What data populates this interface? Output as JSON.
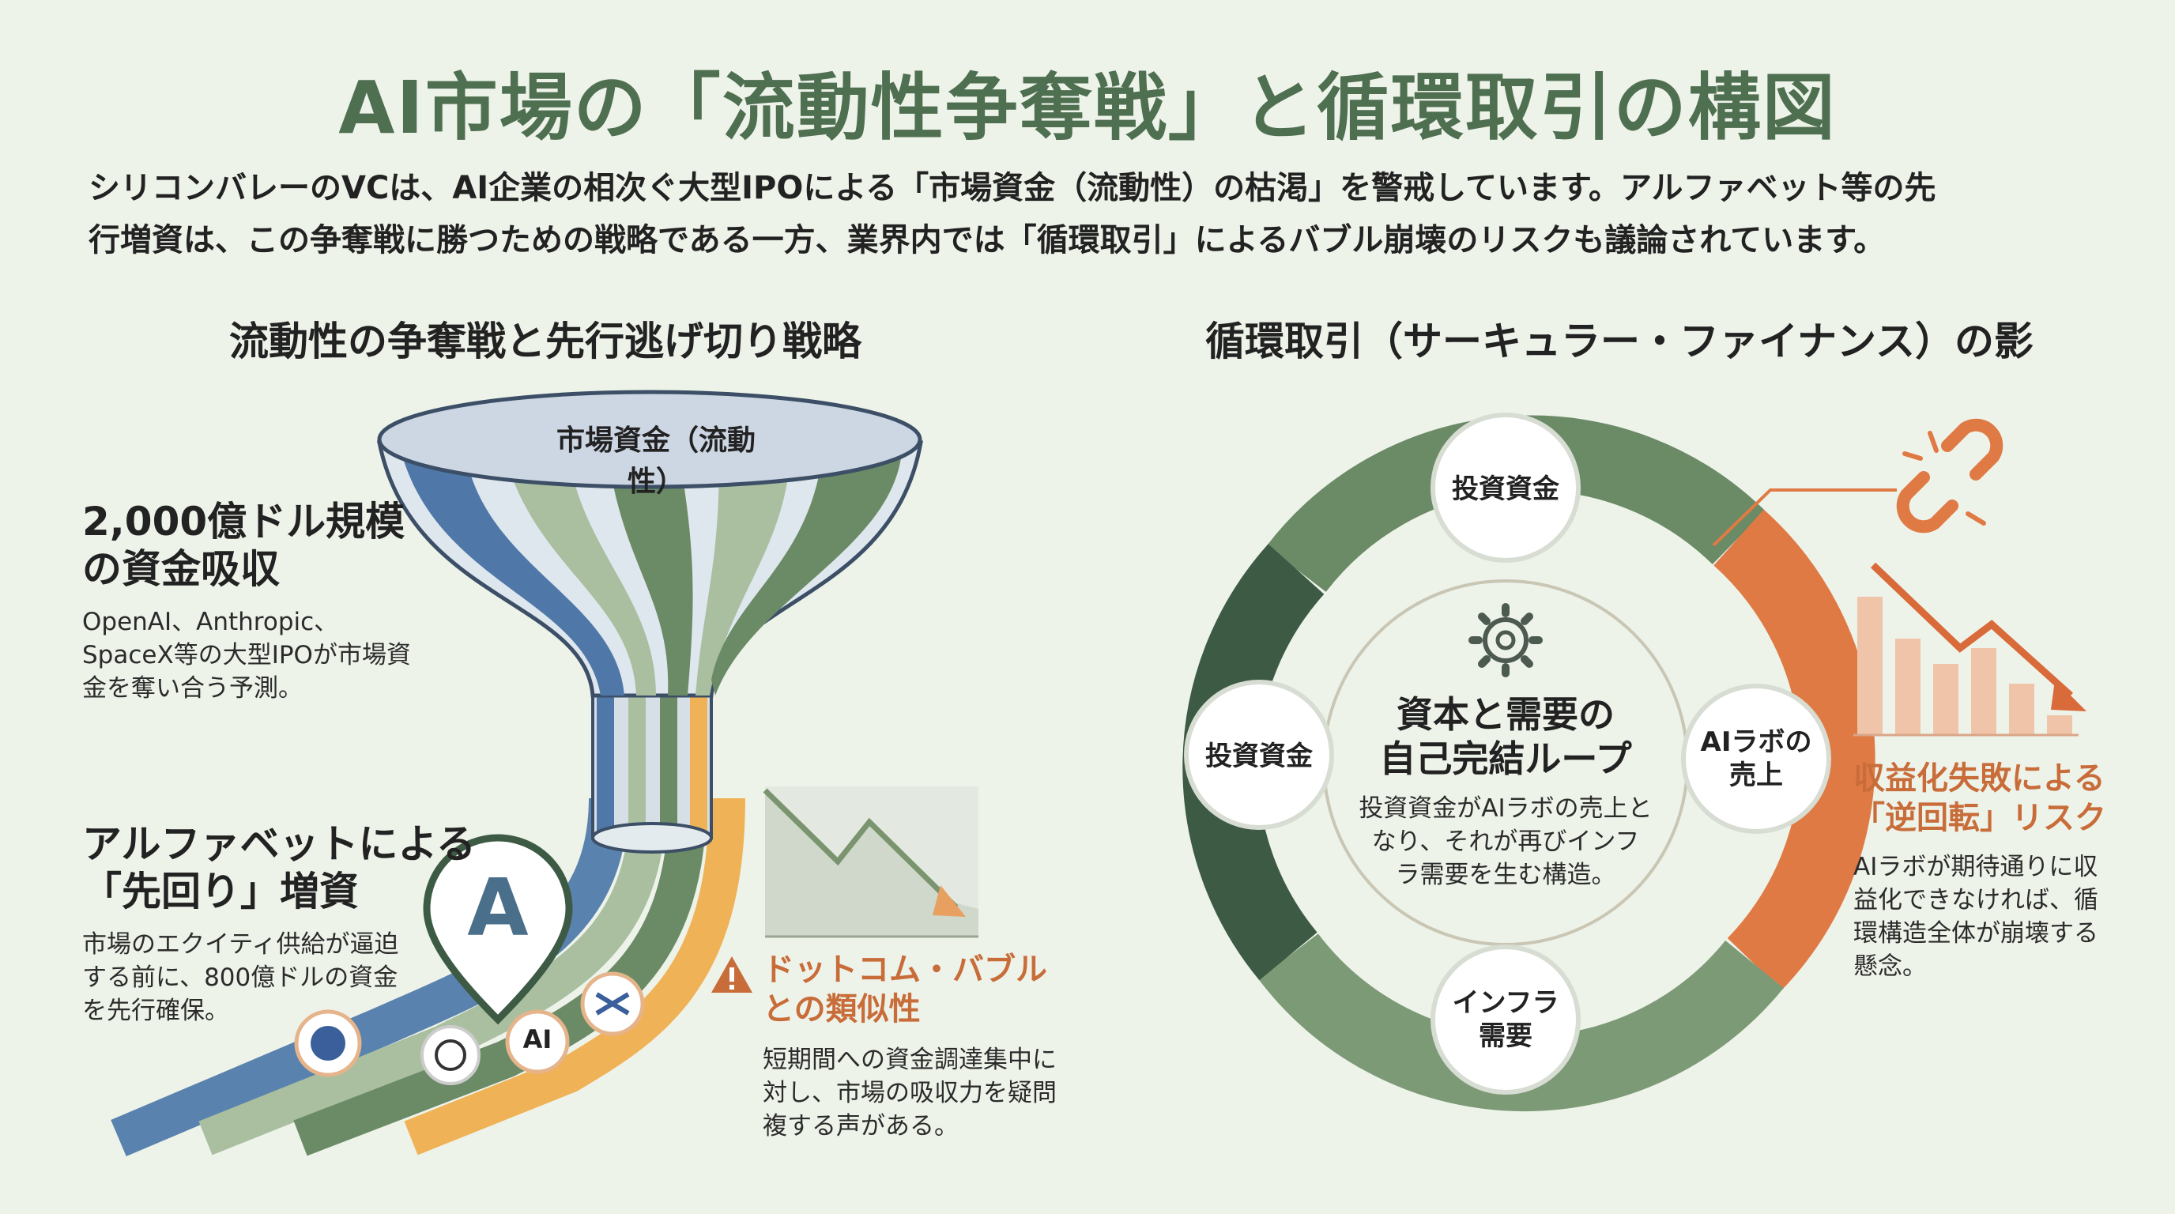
{
  "title": "AI市場の「流動性争奪戦」と循環取引の構図",
  "intro": [
    "シリコンバレーのVCは、AI企業の相次ぐ大型IPOによる「市場資金（流動性）の枯渇」を警戒しています。アルファベット等の先",
    "行増資は、この争奪戦に勝つための戦略である一方、業界内では「循環取引」によるバブル崩壊のリスクも議論されています。"
  ],
  "left": {
    "section_title": "流動性の争奪戦と先行逃げ切り戦略",
    "funnel_label": "市場資金（流動性）",
    "callout1": {
      "heading": [
        "2,000億ドル規模",
        "の資金吸収"
      ],
      "body": [
        "OpenAI、Anthropic、",
        "SpaceX等の大型IPOが市場資",
        "金を奪い合う予測。"
      ]
    },
    "callout2": {
      "heading": [
        "アルファベットによる",
        "「先回り」増資"
      ],
      "body": [
        "市場のエクイティ供給が逼迫",
        "する前に、800億ドルの資金",
        "を先行確保。"
      ]
    },
    "pin_letter": "A",
    "anthropic_badge": "AI",
    "dotcom": {
      "warning_icon": "warning-triangle-icon",
      "heading": [
        "ドットコム・バブル",
        "との類似性"
      ],
      "body": [
        "短期間への資金調達集中に",
        "対し、市場の吸収力を疑問",
        "複する声がある。"
      ]
    }
  },
  "right": {
    "section_title": "循環取引（サーキュラー・ファイナンス）の影",
    "nodes": {
      "top": "投資資金",
      "left": "投資資金",
      "right": [
        "AIラボの",
        "売上"
      ],
      "bottom": [
        "インフラ",
        "需要"
      ]
    },
    "center": {
      "title": [
        "資本と需要の",
        "自己完結ループ"
      ],
      "body": [
        "投資資金がAIラボの売上と",
        "なり、それが再びインフ",
        "ラ需要を生む構造。"
      ]
    },
    "risk": {
      "heading": [
        "収益化失敗による",
        "「逆回転」リスク"
      ],
      "body": [
        "AIラボが期待通りに収",
        "益化できなければ、循",
        "環構造全体が崩壊する",
        "懸念。"
      ]
    }
  },
  "colors": {
    "title_green": "#4f6f51",
    "blue": "#4f78a8",
    "green": "#6b8a66",
    "dark_green": "#3d5a45",
    "light_green": "#a9bfa0",
    "orange": "#e07a45",
    "amber": "#f0b257",
    "background": "#eef3ea"
  }
}
